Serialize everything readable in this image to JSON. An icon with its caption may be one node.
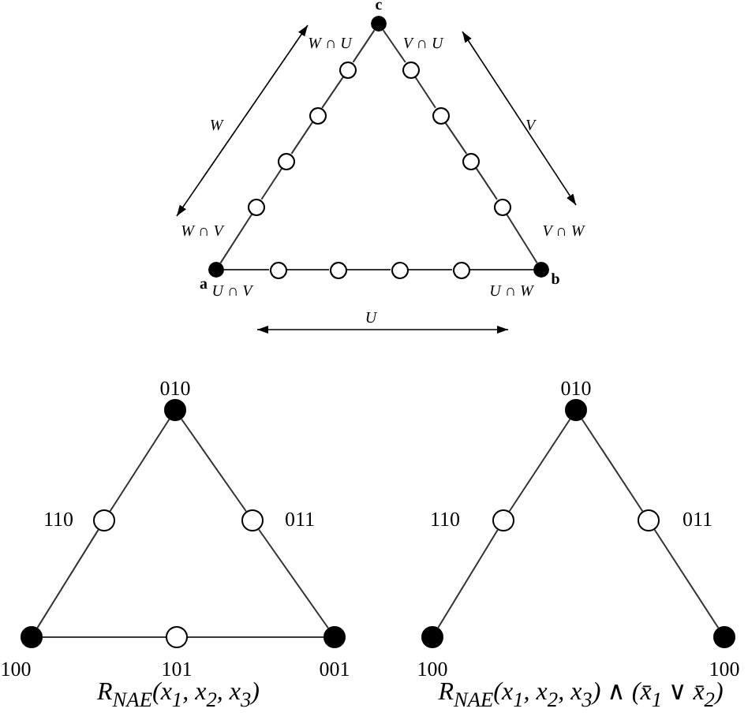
{
  "diagram": {
    "nodes": [
      {
        "text": [],
        "shape": "dot",
        "beside": [
          "c"
        ]
      },
      {
        "text": [],
        "shape": "circle"
      },
      {
        "text": [],
        "shape": "circle"
      },
      {
        "text": [],
        "shape": "circle"
      },
      {
        "text": [],
        "shape": "circle"
      },
      {
        "text": [],
        "shape": "circle"
      },
      {
        "text": [],
        "shape": "circle"
      },
      {
        "text": [],
        "shape": "circle"
      },
      {
        "text": [],
        "shape": "circle"
      },
      {
        "text": [],
        "shape": "dot",
        "beside": [
          "a"
        ]
      },
      {
        "text": [],
        "shape": "circle"
      },
      {
        "text": [],
        "shape": "circle"
      },
      {
        "text": [],
        "shape": "circle"
      },
      {
        "text": [],
        "shape": "circle"
      },
      {
        "text": [],
        "shape": "dot",
        "beside": [
          "b"
        ]
      },
      {
        "text": [],
        "shape": "dot",
        "beside": [
          "010"
        ]
      },
      {
        "text": [],
        "shape": "circle",
        "beside": [
          "110"
        ]
      },
      {
        "text": [],
        "shape": "circle",
        "beside": [
          "011"
        ]
      },
      {
        "text": [],
        "shape": "dot",
        "beside": [
          "100"
        ]
      },
      {
        "text": [],
        "shape": "circle",
        "beside": [
          "101"
        ]
      },
      {
        "text": [],
        "shape": "dot",
        "beside": [
          "001"
        ]
      },
      {
        "text": [],
        "shape": "dot",
        "beside": [
          "010"
        ]
      },
      {
        "text": [],
        "shape": "circle",
        "beside": [
          "110"
        ]
      },
      {
        "text": [],
        "shape": "circle",
        "beside": [
          "011"
        ]
      },
      {
        "text": [],
        "shape": "dot",
        "beside": [
          "100"
        ]
      },
      {
        "text": [],
        "shape": "dot",
        "beside": [
          "100"
        ]
      }
    ],
    "edges": [
      {
        "from": 0,
        "to": 1,
        "arrow": "none"
      },
      {
        "from": 1,
        "to": 2,
        "arrow": "none"
      },
      {
        "from": 2,
        "to": 3,
        "arrow": "none"
      },
      {
        "from": 3,
        "to": 4,
        "arrow": "none"
      },
      {
        "from": 4,
        "to": 9,
        "arrow": "none"
      },
      {
        "from": 0,
        "to": 5,
        "arrow": "none"
      },
      {
        "from": 5,
        "to": 6,
        "arrow": "none"
      },
      {
        "from": 6,
        "to": 7,
        "arrow": "none"
      },
      {
        "from": 7,
        "to": 8,
        "arrow": "none"
      },
      {
        "from": 8,
        "to": 14,
        "arrow": "none"
      },
      {
        "from": 9,
        "to": 10,
        "arrow": "none"
      },
      {
        "from": 10,
        "to": 11,
        "arrow": "none"
      },
      {
        "from": 11,
        "to": 12,
        "arrow": "none"
      },
      {
        "from": 12,
        "to": 13,
        "arrow": "none"
      },
      {
        "from": 13,
        "to": 14,
        "arrow": "none"
      },
      {
        "from": 15,
        "to": 16,
        "arrow": "none"
      },
      {
        "from": 16,
        "to": 18,
        "arrow": "none"
      },
      {
        "from": 15,
        "to": 17,
        "arrow": "none"
      },
      {
        "from": 17,
        "to": 20,
        "arrow": "none"
      },
      {
        "from": 18,
        "to": 19,
        "arrow": "none"
      },
      {
        "from": 19,
        "to": 20,
        "arrow": "none"
      },
      {
        "from": 21,
        "to": 22,
        "arrow": "none"
      },
      {
        "from": 22,
        "to": 24,
        "arrow": "none"
      },
      {
        "from": 21,
        "to": 23,
        "arrow": "none"
      },
      {
        "from": 23,
        "to": 25,
        "arrow": "none"
      }
    ],
    "labels": [
      "W ∩ U",
      "V ∩ U",
      "W",
      "V",
      "W ∩ V",
      "V ∩ W",
      "U ∩ V",
      "U ∩ W",
      "U",
      "R$_{NAE}$(x$_{1}$, x$_{2}$, x$_{3}$)",
      "R$_{NAE}$(x$_{1}$, x$_{2}$, x$_{3}$) ∧ (x̄$_{1}$ ∨ x̄$_{2}$)"
    ]
  }
}
